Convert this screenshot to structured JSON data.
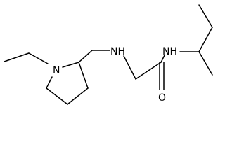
{
  "molecule": {
    "atoms": {
      "ring_n": "N",
      "amine_nh": "NH",
      "amide_nh": "NH",
      "carbonyl_o": "O"
    }
  },
  "colors": {
    "bond": "#000000",
    "label": "#000000",
    "background": "#ffffff"
  }
}
